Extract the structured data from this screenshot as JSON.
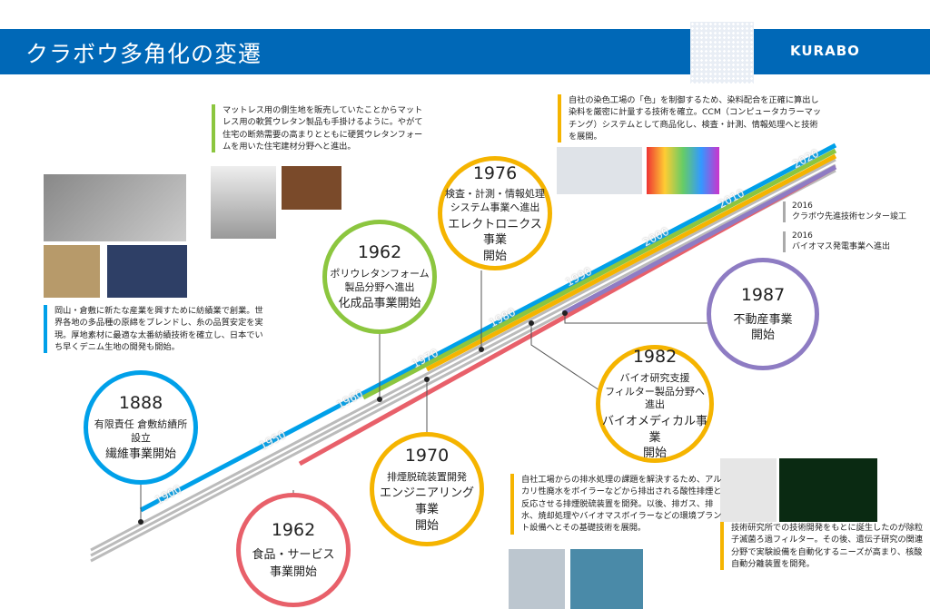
{
  "header": {
    "title": "クラボウ多角化の変遷",
    "logo": "KURABO"
  },
  "decades": [
    "1900",
    "1950",
    "1960",
    "1970",
    "1980",
    "1990",
    "2000",
    "2010",
    "2020"
  ],
  "circles": [
    {
      "year": "1888",
      "lines": [
        "有限責任 倉敷紡績所",
        "設立"
      ],
      "big": "繊維事業開始",
      "color": "#00a0e9"
    },
    {
      "year": "1962",
      "lines": [
        "ポリウレタンフォーム",
        "製品分野へ進出"
      ],
      "big": "化成品事業開始",
      "color": "#8cc63f"
    },
    {
      "year": "1976",
      "lines": [
        "検査・計測・情報処理",
        "システム事業へ進出"
      ],
      "big": "エレクトロニクス事業\n開始",
      "color": "#f5b400"
    },
    {
      "year": "1962",
      "lines": [
        "食品・サービス"
      ],
      "big": "事業開始",
      "color": "#e8606a"
    },
    {
      "year": "1970",
      "lines": [
        "排煙脱硫装置開発"
      ],
      "big": "エンジニアリング事業\n開始",
      "color": "#f5b400"
    },
    {
      "year": "1982",
      "lines": [
        "バイオ研究支援",
        "フィルター製品分野へ進出"
      ],
      "big": "バイオメディカル事業\n開始",
      "color": "#f5b400"
    },
    {
      "year": "1987",
      "lines": [],
      "big": "不動産事業\n開始",
      "color": "#8e7cc3"
    }
  ],
  "notes": {
    "textile": "岡山・倉敷に新たな産業を興すために紡績業で創業。世界各地の多品種の原綿をブレンドし、糸の品質安定を実現。厚地素材に最適な太番紡績技術を確立し、日本でいち早くデニム生地の開発も開始。",
    "chemical": "マットレス用の側生地を販売していたことからマットレス用の軟質ウレタン製品も手掛けるように。やがて住宅の断熱需要の高まりとともに硬質ウレタンフォームを用いた住宅建材分野へと進出。",
    "electronics": "自社の染色工場の「色」を制御するため、染料配合を正確に算出し染料を厳密に計量する技術を確立。CCM（コンピュータカラーマッチング）システムとして商品化し、検査・計測、情報処理へと技術を展開。",
    "engineering": "自社工場からの排水処理の課題を解決するため、アルカリ性廃水をボイラーなどから排出される酸性排煙と反応させる排煙脱硫装置を開発。以後、排ガス、排水、焼却処理やバイオマスボイラーなどの環境プラント設備へとその基礎技術を展開。",
    "bio": "技術研究所での技術開発をもとに誕生したのが除粒子滅菌ろ過フィルター。その後、遺伝子研究の関連分野で実験設備を自動化するニーズが高まり、核酸自動分離装置を開発。"
  },
  "side": [
    {
      "year": "2016",
      "text": "クラボウ先進技術センター竣工"
    },
    {
      "year": "2016",
      "text": "バイオマス発電事業へ進出"
    }
  ]
}
